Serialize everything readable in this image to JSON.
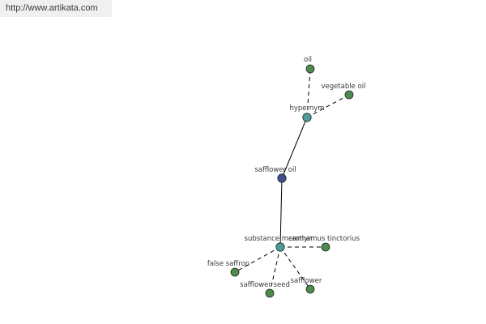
{
  "header": {
    "url": "http://www.artikata.com"
  },
  "colors": {
    "center_node": "#3f4f8f",
    "relation_node": "#4f9a9a",
    "term_node": "#4f8a4f",
    "edge": "#000000"
  },
  "graph": {
    "nodes": [
      {
        "id": "safflower-oil",
        "label": "safflower oil",
        "kind": "center"
      },
      {
        "id": "hypernym",
        "label": "hypernym",
        "kind": "relation"
      },
      {
        "id": "substance-meronym",
        "label": "substance meronym",
        "kind": "relation"
      },
      {
        "id": "oil",
        "label": "oil",
        "kind": "term"
      },
      {
        "id": "vegetable-oil",
        "label": "vegetable oil",
        "kind": "term"
      },
      {
        "id": "carthamus-tinctorius",
        "label": "carthamus tinctorius",
        "kind": "term"
      },
      {
        "id": "false-saffron",
        "label": "false saffron",
        "kind": "term"
      },
      {
        "id": "safflower-seed",
        "label": "safflower seed",
        "kind": "term"
      },
      {
        "id": "safflower",
        "label": "safflower",
        "kind": "term"
      }
    ],
    "edges": [
      {
        "from": "safflower-oil",
        "to": "hypernym",
        "style": "solid"
      },
      {
        "from": "safflower-oil",
        "to": "substance-meronym",
        "style": "solid"
      },
      {
        "from": "hypernym",
        "to": "oil",
        "style": "dashed"
      },
      {
        "from": "hypernym",
        "to": "vegetable-oil",
        "style": "dashed"
      },
      {
        "from": "substance-meronym",
        "to": "carthamus-tinctorius",
        "style": "dashed"
      },
      {
        "from": "substance-meronym",
        "to": "false-saffron",
        "style": "dashed"
      },
      {
        "from": "substance-meronym",
        "to": "safflower-seed",
        "style": "dashed"
      },
      {
        "from": "substance-meronym",
        "to": "safflower",
        "style": "dashed"
      }
    ]
  }
}
